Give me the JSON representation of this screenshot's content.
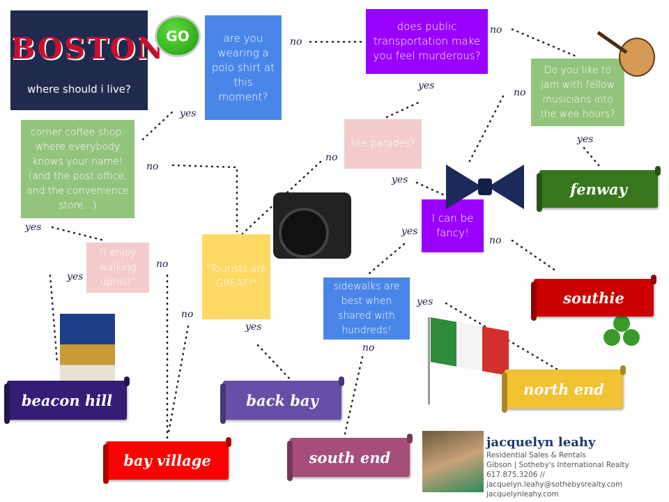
{
  "logo": {
    "city": "BOSTON",
    "tagline": "where should i live?"
  },
  "go_button": {
    "label": "GO"
  },
  "questions": {
    "polo": "are you wearing a polo shirt at this moment?",
    "transport": "does public transportation make you feel murderous?",
    "jam": "Do you like to jam with fellow musicians into the wee hours?",
    "coffee": "corner coffee shop: where everybody knows your name! (and the post office, and the convenience store...)",
    "parades": "like parades?",
    "fancy": "I can be fancy!",
    "uphill": "\"I enjoy walking uphill!\"",
    "tourists": "\"Tourists are GREAT!\"",
    "sidewalks": "sidewalks are best when shared with hundreds!"
  },
  "answers": {
    "yes": "yes",
    "no": "no"
  },
  "neighborhoods": {
    "fenway": "fenway",
    "southie": "southie",
    "north_end": "north end",
    "beacon_hill": "beacon hill",
    "back_bay": "back bay",
    "bay_village": "bay village",
    "south_end": "south end"
  },
  "colors": {
    "navy": "#1f2a4d",
    "blue": "#4a86e8",
    "purple": "#9900ff",
    "green": "#93c47d",
    "pink": "#f4cccc",
    "yellow": "#ffd966"
  },
  "agent": {
    "name": "jacquelyn leahy",
    "title": "Residential Sales & Rentals",
    "company": "Gibson | Sotheby's International Realty",
    "contact": "617.875.3206 // jacquelyn.leahy@sothebysrealty.com",
    "website": "jacquelynleahy.com"
  }
}
